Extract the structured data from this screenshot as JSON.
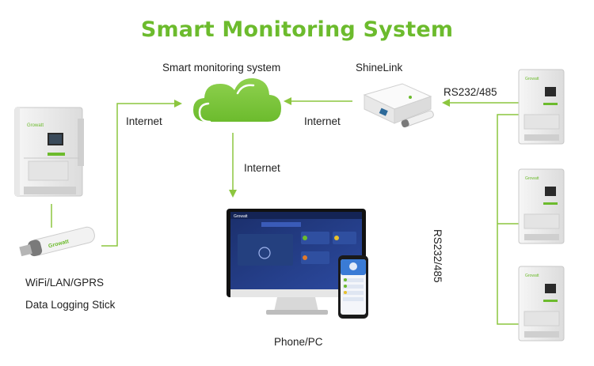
{
  "title": "Smart Monitoring System",
  "labels": {
    "smart_monitoring": "Smart monitoring system",
    "shinelink": "ShineLink",
    "internet_left": "Internet",
    "internet_middle": "Internet",
    "internet_down": "Internet",
    "rs232_top": "RS232/485",
    "rs232_vertical": "RS232/485",
    "wifi": "WiFi/LAN/GPRS",
    "data_stick": "Data Logging Stick",
    "phone_pc": "Phone/PC"
  },
  "colors": {
    "accent": "#6cbb2d",
    "line": "#8cc63f",
    "text": "#222222"
  }
}
